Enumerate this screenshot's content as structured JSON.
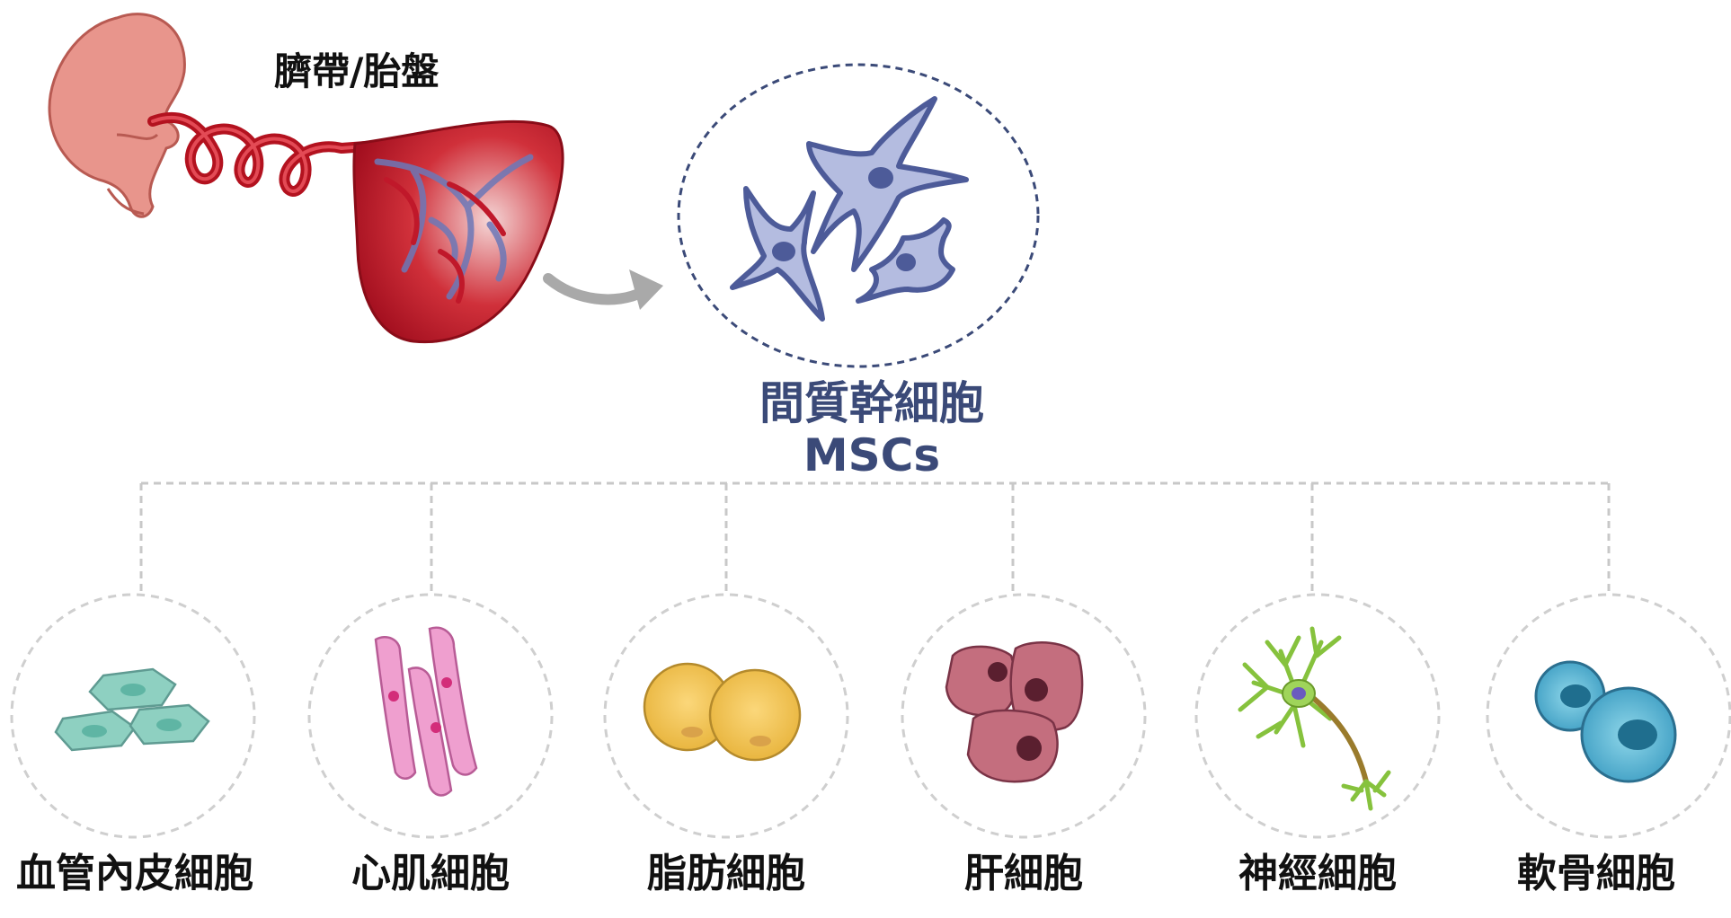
{
  "source": {
    "label": "臍帶/胎盤"
  },
  "center": {
    "title": "間質幹細胞",
    "subtitle": "MSCs"
  },
  "cells": [
    {
      "label": "血管內皮細胞"
    },
    {
      "label": "心肌細胞"
    },
    {
      "label": "脂肪細胞"
    },
    {
      "label": "肝細胞"
    },
    {
      "label": "神經細胞"
    },
    {
      "label": "軟骨細胞"
    }
  ],
  "colors": {
    "msc_blue": "#5b6aa5",
    "placenta_red": "#c0182a",
    "fetus_pink": "#e08a82",
    "dashed_gray": "#c8c8c8",
    "arrow_gray": "#a9a9a9"
  }
}
